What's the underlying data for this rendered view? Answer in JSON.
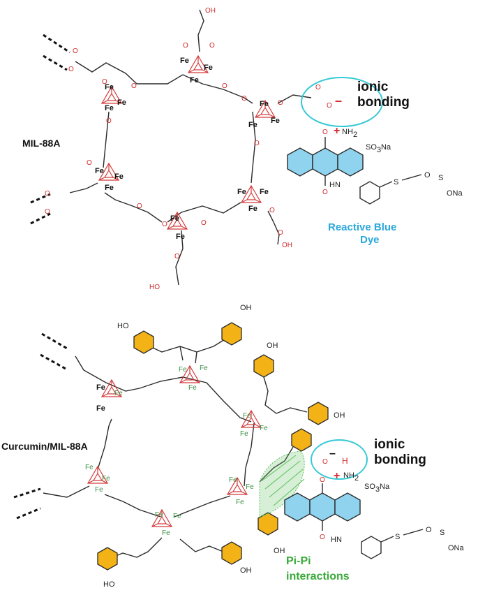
{
  "labels": {
    "top_framework": "MIL-88A",
    "bottom_framework": "Curcumin/MIL-88A",
    "ionic_line1": "ionic",
    "ionic_line2": "bonding",
    "dye_line1": "Reactive Blue",
    "dye_line2": "Dye",
    "pipi_line1": "Pi-Pi",
    "pipi_line2": "interactions"
  },
  "atoms": {
    "fe": "Fe",
    "o": "O",
    "oh": "OH",
    "ho": "HO",
    "hoc": "HO",
    "nh2": "NH",
    "sub2": "2",
    "so3na": "SO",
    "sub3": "3",
    "na": "Na",
    "hn": "HN",
    "s": "S",
    "ona": "ONa",
    "o_minus": "O",
    "minus": "–",
    "plus": "+",
    "h": "H"
  },
  "colors": {
    "anthraquinone_fill": "#8fd3ee",
    "curcumin_ring_fill": "#f3b215",
    "ionic_circle": "#36c9d6",
    "dye_label": "#2aa7dc",
    "pipi_label": "#3aaa3a",
    "oxygen": "#d12b2b",
    "iron_curcumin": "#3c8f44",
    "pi_cloud": "#5cc05c"
  }
}
